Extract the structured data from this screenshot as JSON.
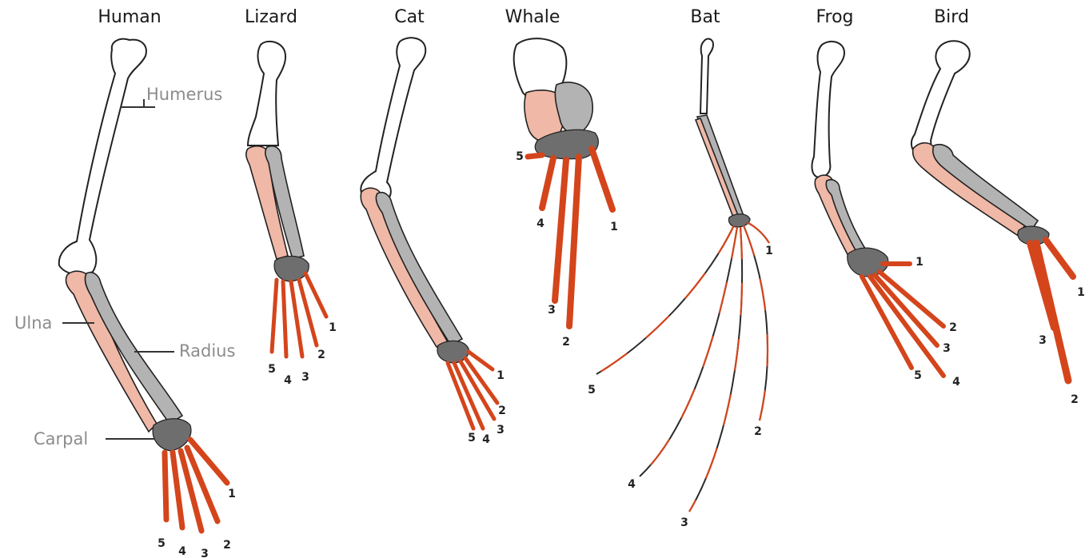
{
  "titles": {
    "human": "Human",
    "lizard": "Lizard",
    "cat": "Cat",
    "whale": "Whale",
    "bat": "Bat",
    "frog": "Frog",
    "bird": "Bird"
  },
  "labels": {
    "humerus": "Humerus",
    "ulna": "Ulna",
    "radius": "Radius",
    "carpal": "Carpal"
  },
  "digits": {
    "d1": "1",
    "d2": "2",
    "d3": "3",
    "d4": "4",
    "d5": "5"
  },
  "colors": {
    "humerus": "#ffffff",
    "ulna": "#f0b8a6",
    "radius": "#b3b3b3",
    "carpal": "#6e6e6e",
    "phalanges": "#d4451c"
  }
}
